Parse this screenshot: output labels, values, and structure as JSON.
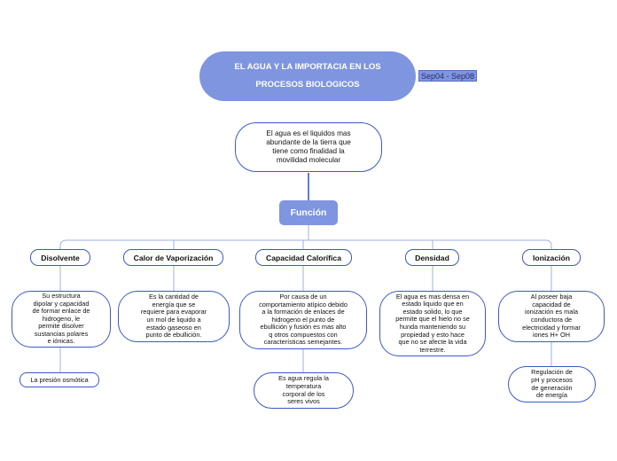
{
  "title": "EL AGUA  Y LA IMPORTACIA EN LOS\nPROCESOS BIOLOGICOS",
  "date_tag": "Sep04 - Sep08",
  "intro": "El agua es el liquidos mas\nabundante de la tierra que\ntiene como finalidad la\nmovilidad molecular",
  "center": "Función",
  "categories": [
    {
      "label": "Disolvente",
      "description": "Su estructura\ndipolar y capacidad\nde formar enlace de\nhidrogeno, le\npermite disolver\nsustancias polares\ne iónicas.",
      "extra": "La presión osmótica"
    },
    {
      "label": "Calor de Vaporización",
      "description": "Es la cantidad de\nenergía que se\nrequiere para evaporar\nun mol de liquido a\nestado gaseoso en\npunto de ebullición."
    },
    {
      "label": "Capacidad Calorífica",
      "description": "Por causa de un\ncomportamiento atípico debido\na la formación de enlaces de\nhidrogeno el punto de\nebullición y fusión es mas alto\nq otros compuestos con\ncaracterísticas semejantes.",
      "extra": "Es agua regula la\ntemperatura\ncorporal de los\nseres vivos"
    },
    {
      "label": "Densidad",
      "description": "El agua es mas densa en\nestado liquido que en\nestado solido, lo que\npermite que el hielo no se\nhunda manteniendo su\npropiedad y esto hace\nque no se afecte la vida\nterrestre."
    },
    {
      "label": "Ionización",
      "description": "Al poseer baja\ncapacidad de\nionización es mala\nconductora de\nelectricidad y formar\niones H+ OH",
      "extra": "Regulación de\npH y procesos\nde generación\nde energía"
    }
  ]
}
